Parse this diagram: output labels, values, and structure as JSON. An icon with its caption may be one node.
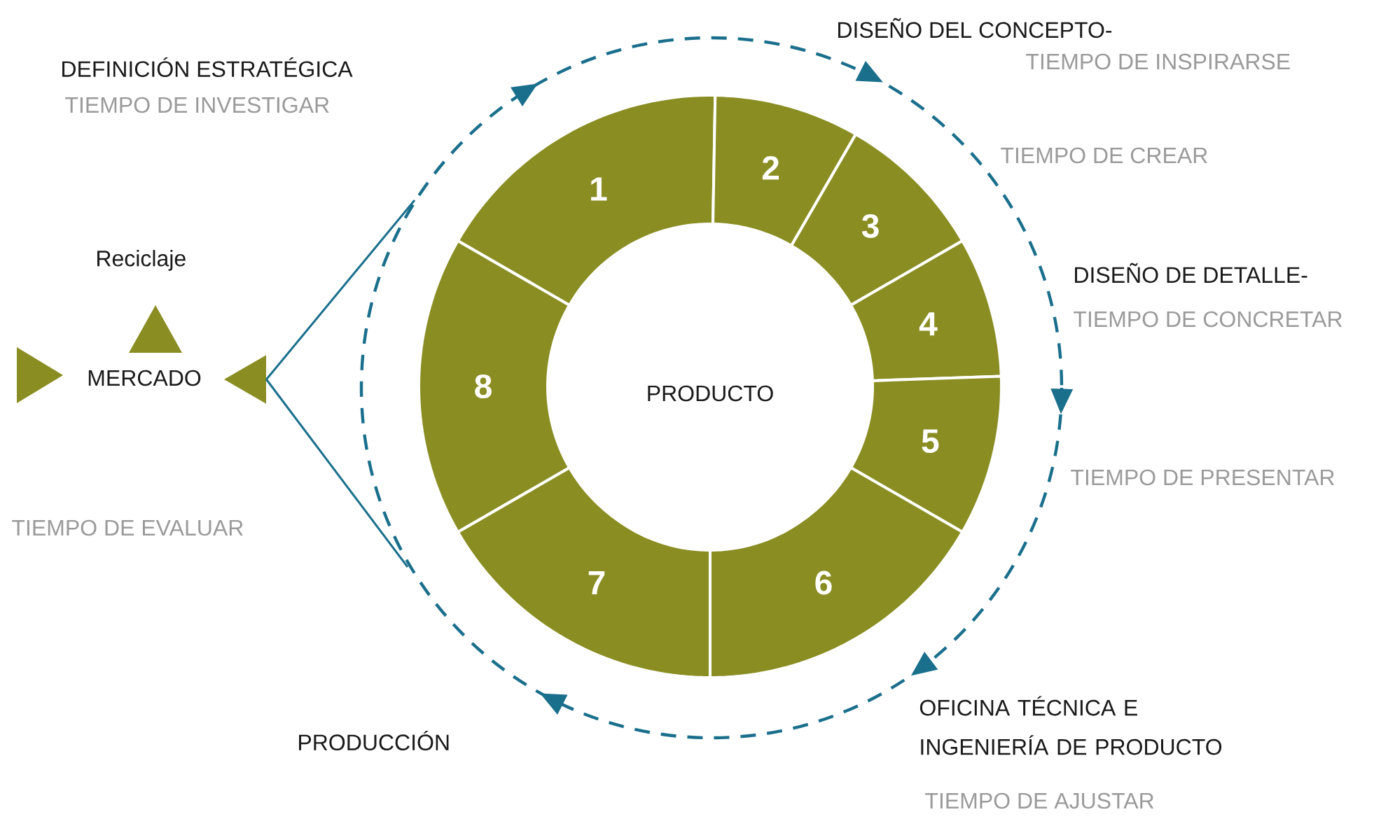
{
  "diagram": {
    "nodes": [
      {
        "text": [
          "1"
        ]
      },
      {
        "text": [
          "2"
        ]
      },
      {
        "text": [
          "3"
        ]
      },
      {
        "text": [
          "4"
        ]
      },
      {
        "text": [
          "5"
        ]
      },
      {
        "text": [
          "6"
        ]
      },
      {
        "text": [
          "7"
        ]
      },
      {
        "text": [
          "8"
        ]
      },
      {
        "text": [
          "PRODUCTO"
        ]
      },
      {
        "text": [
          "MERCADO"
        ]
      },
      {
        "text": [],
        "shape": "triangle"
      }
    ],
    "edges": [
      {
        "from": 10,
        "to": null,
        "arrow": "none"
      },
      {
        "from": 10,
        "to": null,
        "arrow": "none"
      }
    ],
    "labels": [
      "DISEÑO DEL CONCEPTO-",
      "TIEMPO DE INSPIRARSE",
      "DEFINICIÓN ESTRATÉGICA",
      "TIEMPO DE INVESTIGAR",
      "TIEMPO DE CREAR",
      "Reciclaje",
      "DISEÑO DE DETALLE-",
      "TIEMPO DE CONCRETAR",
      "TIEMPO DE PRESENTAR",
      "TIEMPO DE EVALUAR",
      "OFICINA TÉCNICA E INGENIERÍA DE PRODUCTO",
      "PRODUCCIÓN",
      "TIEMPO DE AJUSTAR"
    ]
  }
}
